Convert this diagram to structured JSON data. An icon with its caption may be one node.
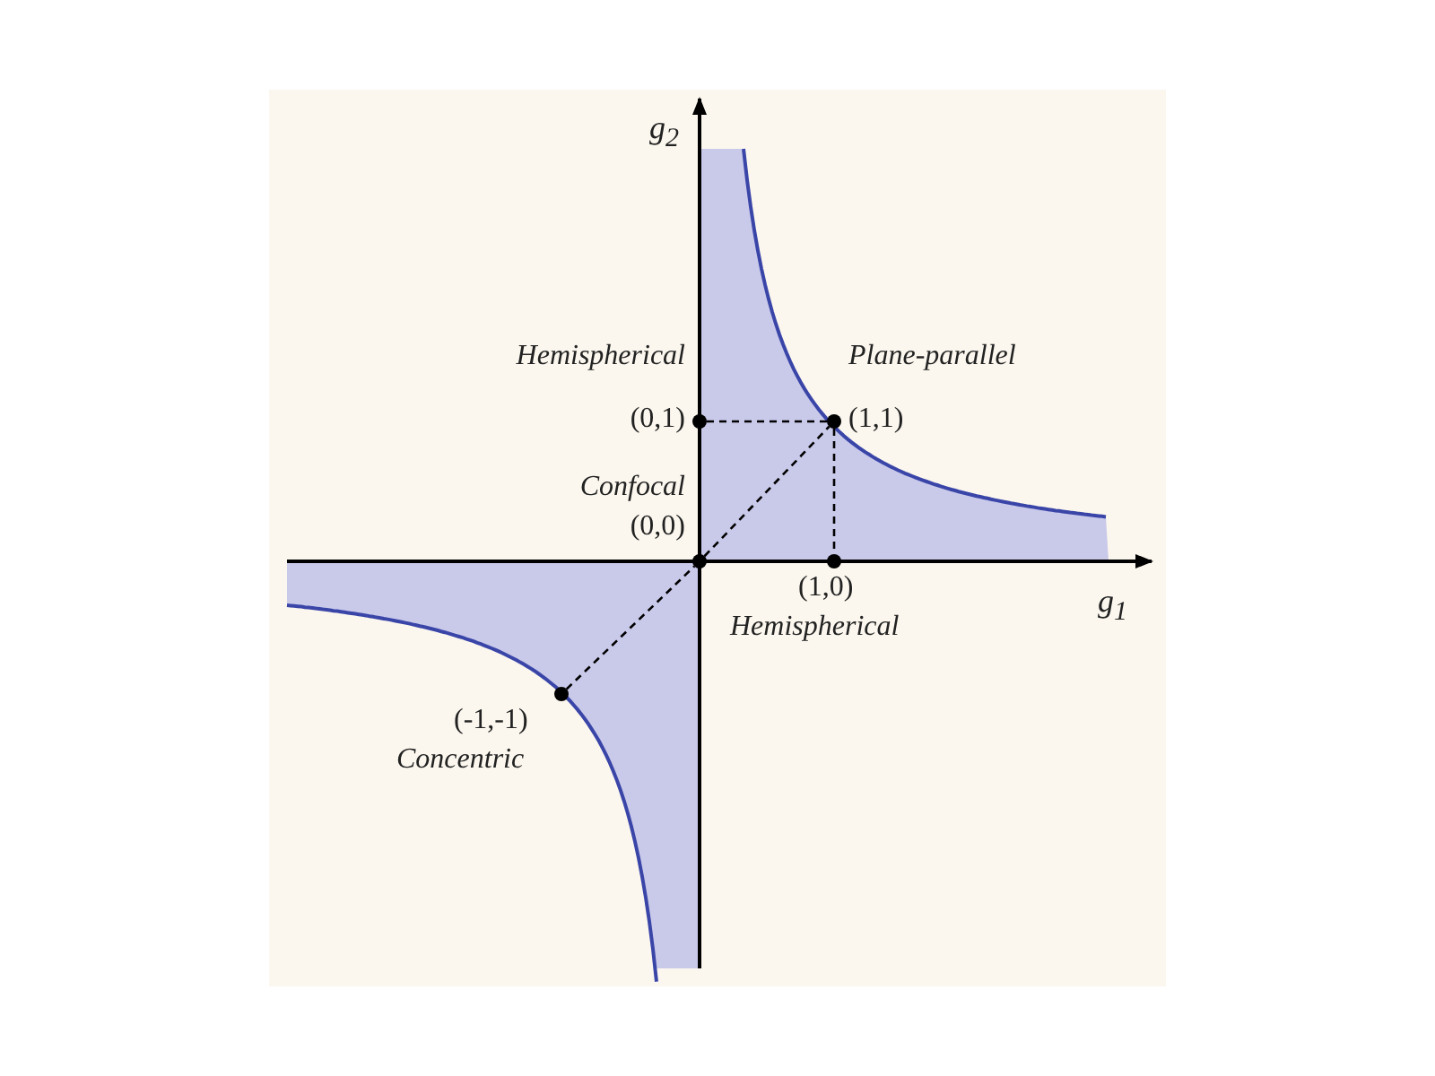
{
  "diagram": {
    "nodes": [
      {
        "text": [
          "Hemispherical",
          "(0,1)"
        ]
      },
      {
        "text": [
          "Plane-parallel",
          "(1,1)"
        ]
      },
      {
        "text": [
          "Confocal",
          "(0,0)"
        ]
      },
      {
        "text": [
          "(1,0)",
          "Hemispherical"
        ]
      },
      {
        "text": [
          "(-1,-1)",
          "Concentric"
        ]
      }
    ],
    "edges": [
      {
        "from": 0,
        "to": 1,
        "arrow": "none",
        "style": "dashed"
      },
      {
        "from": 1,
        "to": 3,
        "arrow": "none",
        "style": "dashed"
      },
      {
        "from": 4,
        "to": 2,
        "arrow": "none",
        "style": "dashed"
      },
      {
        "from": 2,
        "to": 1,
        "arrow": "none",
        "style": "dashed"
      }
    ],
    "labels": [
      "g$_{2}$",
      "g$_{1}$"
    ]
  }
}
